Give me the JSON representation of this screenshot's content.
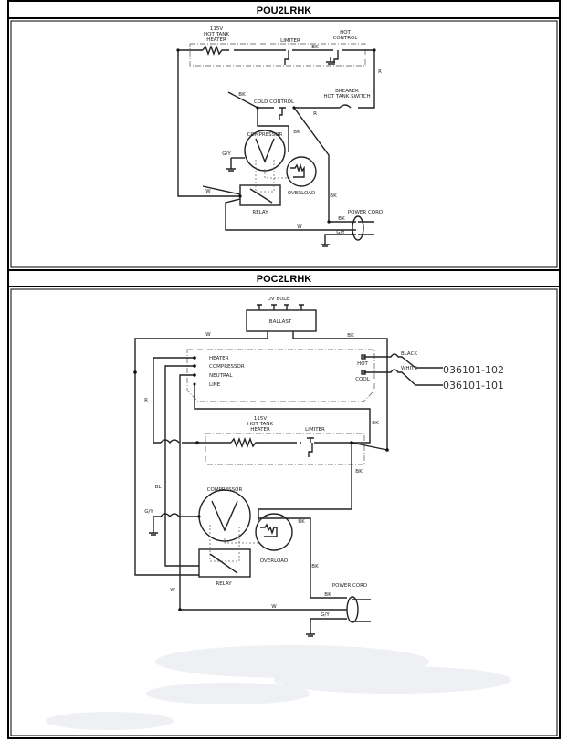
{
  "panels": [
    {
      "title": "POU2LRHK",
      "labels": {
        "heater_1": "115V",
        "heater_2": "HOT TANK",
        "heater_3": "HEATER",
        "limiter": "LIMITER",
        "hot_control_1": "HOT",
        "hot_control_2": "CONTROL",
        "breaker_1": "BREAKER",
        "breaker_2": "HOT TANK SWITCH",
        "cold_control": "COLD CONTROL",
        "compressor": "COMPRESSOR",
        "overload": "OVERLOAD",
        "relay": "RELAY",
        "power_cord": "POWER CORD",
        "wire_bk": "BK",
        "wire_r": "R",
        "wire_w": "W",
        "wire_gy": "G/Y"
      }
    },
    {
      "title": "POC2LRHK",
      "labels": {
        "uv_bulb": "UV BULB",
        "ballast": "BALLAST",
        "heater": "HEATER",
        "compressor_term": "COMPRESSOR",
        "neutral": "NEUTRAL",
        "line": "LINE",
        "hot": "HOT",
        "cool": "COOL",
        "black": "BLACK",
        "white": "WHITE",
        "part_1": "036101-102",
        "part_2": "036101-101",
        "heater_1": "115V",
        "heater_2": "HOT TANK",
        "heater_3": "HEATER",
        "limiter": "LIMITER",
        "compressor": "COMPRESSOR",
        "overload": "OVERLOAD",
        "relay": "RELAY",
        "power_cord": "POWER CORD",
        "wire_bk": "BK",
        "wire_r": "R",
        "wire_w": "W",
        "wire_gy": "G/Y",
        "wire_bl": "BL"
      }
    }
  ]
}
